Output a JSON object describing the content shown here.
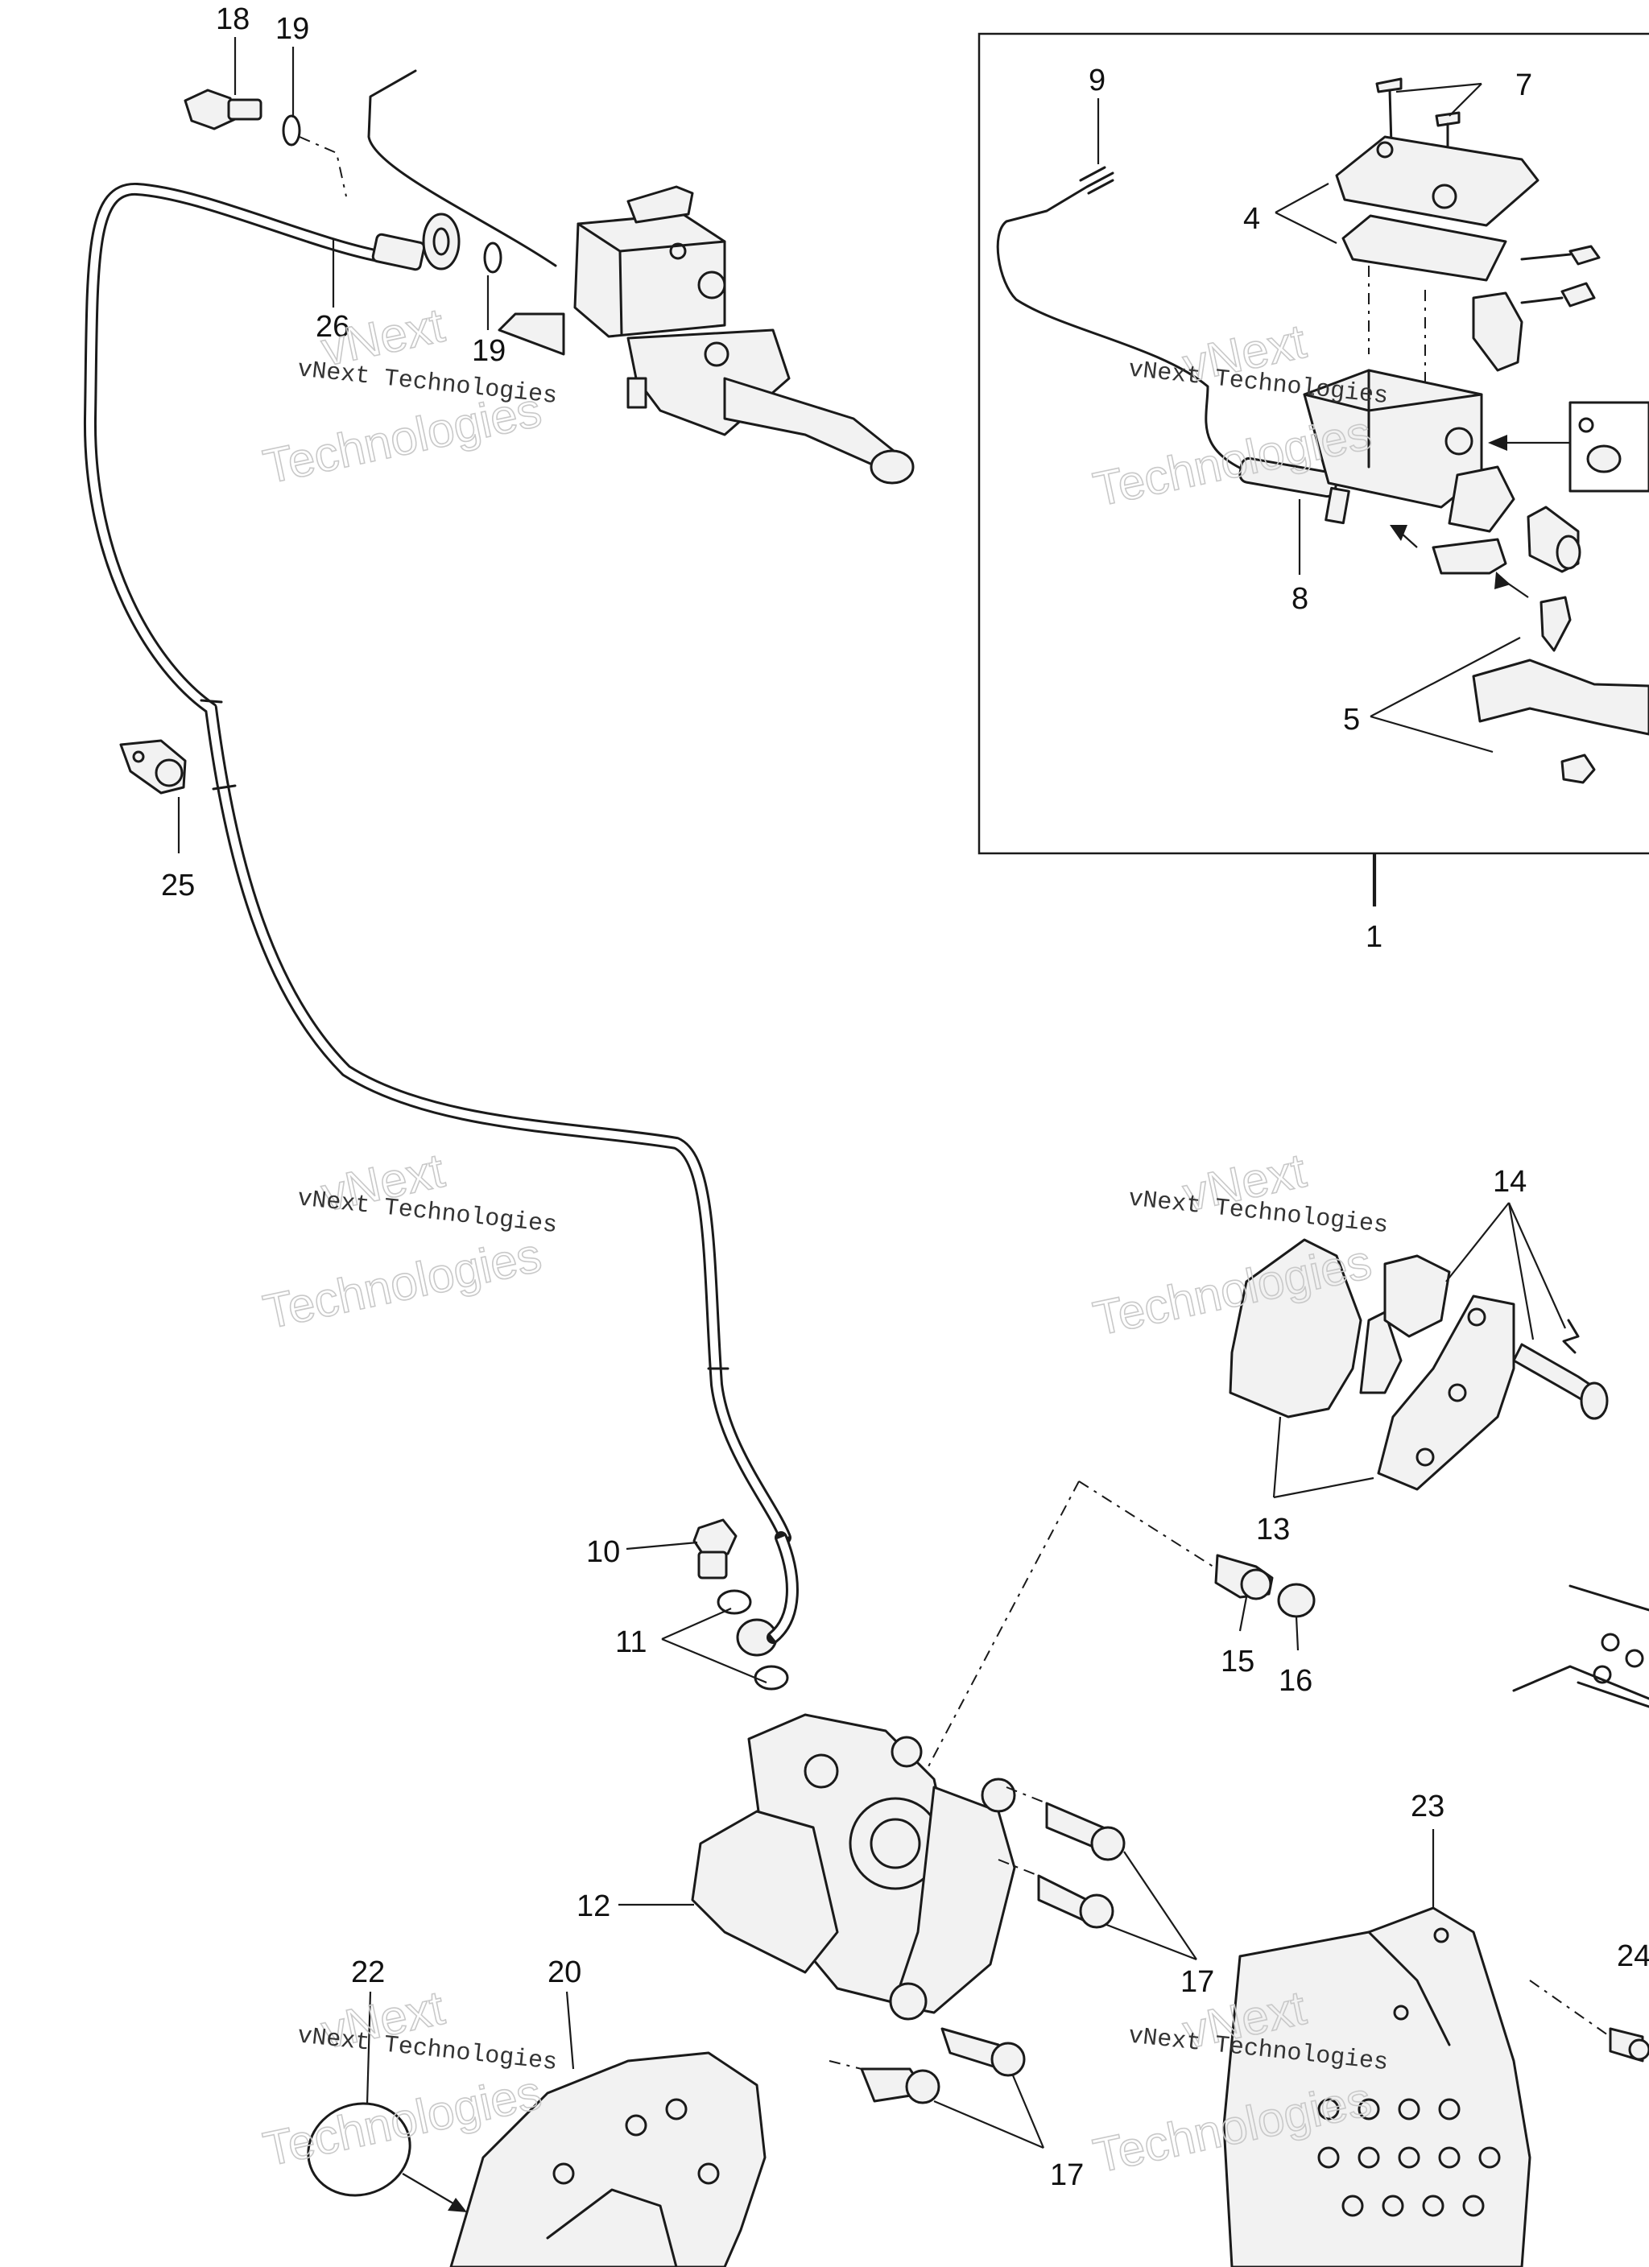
{
  "callouts": [
    {
      "id": "18",
      "text": "18"
    },
    {
      "id": "19a",
      "text": "19"
    },
    {
      "id": "26",
      "text": "26"
    },
    {
      "id": "19b",
      "text": "19"
    },
    {
      "id": "25",
      "text": "25"
    },
    {
      "id": "9",
      "text": "9"
    },
    {
      "id": "7",
      "text": "7"
    },
    {
      "id": "4",
      "text": "4"
    },
    {
      "id": "8",
      "text": "8"
    },
    {
      "id": "5",
      "text": "5"
    },
    {
      "id": "1",
      "text": "1"
    },
    {
      "id": "14",
      "text": "14"
    },
    {
      "id": "13",
      "text": "13"
    },
    {
      "id": "10",
      "text": "10"
    },
    {
      "id": "11",
      "text": "11"
    },
    {
      "id": "15",
      "text": "15"
    },
    {
      "id": "16",
      "text": "16"
    },
    {
      "id": "12",
      "text": "12"
    },
    {
      "id": "17a",
      "text": "17"
    },
    {
      "id": "17b",
      "text": "17"
    },
    {
      "id": "23",
      "text": "23"
    },
    {
      "id": "24",
      "text": "24"
    },
    {
      "id": "22",
      "text": "22"
    },
    {
      "id": "20",
      "text": "20"
    }
  ],
  "watermark": {
    "line_small": "vNext Technologies",
    "line_big_top": "vNext",
    "line_big_bottom": "Technologies"
  }
}
